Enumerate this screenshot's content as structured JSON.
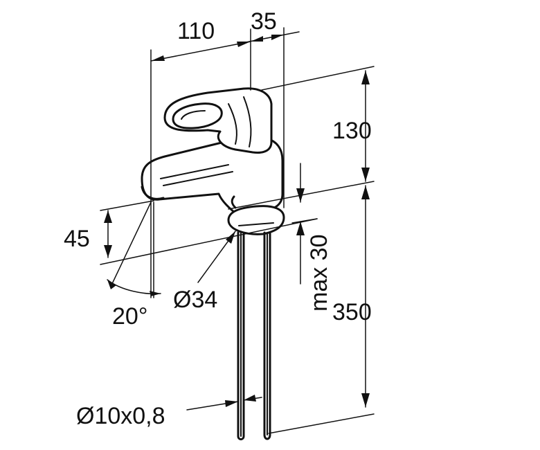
{
  "dimensions": {
    "width_spout": "110",
    "width_lever": "35",
    "height_lever": "130",
    "spout_height": "45",
    "angle": "20°",
    "hole_diameter": "Ø34",
    "max_thickness": "max 30",
    "hose_length": "350",
    "hose_size": "Ø10x0,8"
  }
}
